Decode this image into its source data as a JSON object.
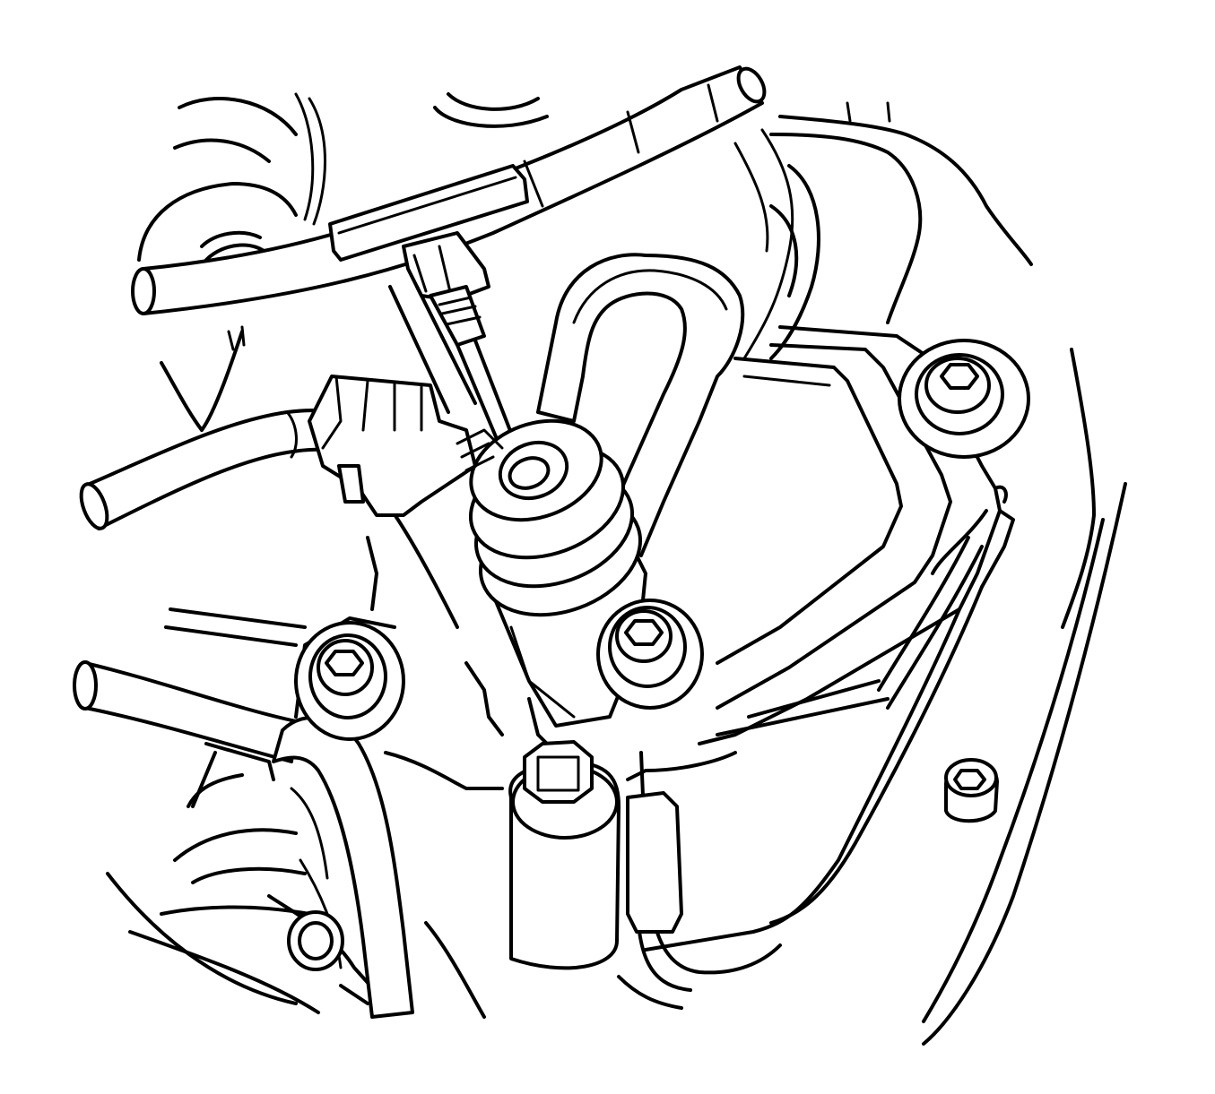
{
  "diagram": {
    "style": "black line art on white background",
    "line_color": "#000000",
    "background_color": "#ffffff",
    "components": [
      "tube-top-left",
      "tube-top-right",
      "tube-left-middle",
      "tube-left-lower",
      "tube-right-loop",
      "hose-vertical",
      "t-handle-tool",
      "threaded-probe",
      "electrical-connector",
      "sensor-body",
      "mounting-bracket",
      "bracket-bolt-upper-right",
      "bracket-bolt-lower-left",
      "bracket-bolt-lower-middle",
      "housing-bolt-right",
      "hex-fitting-bottom",
      "round-hole-bottom-left"
    ]
  }
}
